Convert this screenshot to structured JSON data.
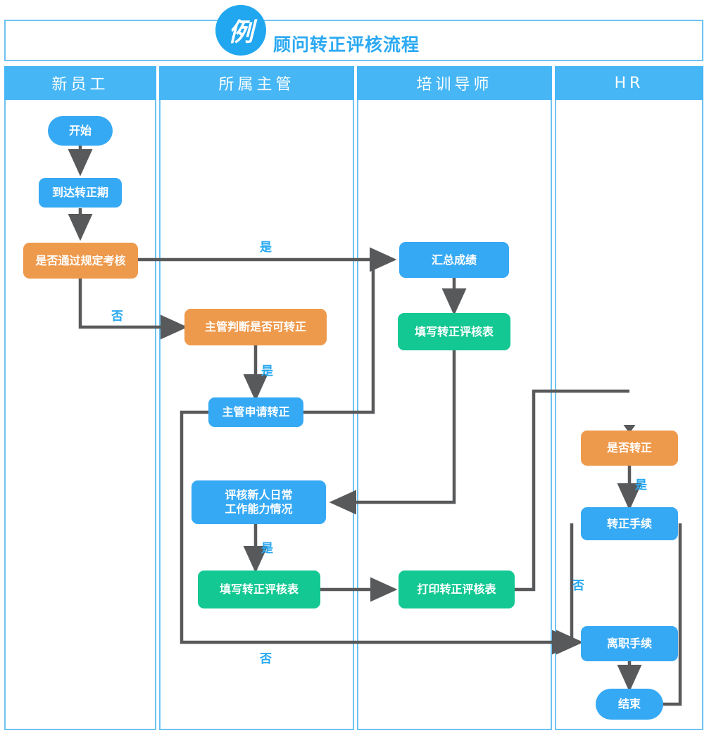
{
  "header": {
    "badge": "例",
    "title": "顾问转正评核流程"
  },
  "lanes": [
    {
      "label": "新员工"
    },
    {
      "label": "所属主管"
    },
    {
      "label": "培训导师"
    },
    {
      "label": "HR"
    }
  ],
  "nodes": [
    {
      "id": "start",
      "label": "开始",
      "lane": 0,
      "shape": "terminator",
      "color": "#36A9F5"
    },
    {
      "id": "arrive",
      "label": "到达转正期",
      "lane": 0,
      "shape": "process",
      "color": "#36A9F5"
    },
    {
      "id": "pass_exam",
      "label": "是否通过规定考核",
      "lane": 0,
      "shape": "decision",
      "color": "#EE9A4C"
    },
    {
      "id": "mgr_judge",
      "label": "主管判断是否可转正",
      "lane": 1,
      "shape": "decision",
      "color": "#EE9A4C"
    },
    {
      "id": "mgr_apply",
      "label": "主管申请转正",
      "lane": 1,
      "shape": "process",
      "color": "#36A9F5"
    },
    {
      "id": "review_daily",
      "label": "评核新人日常\n工作能力情况",
      "lane": 1,
      "shape": "process",
      "color": "#36A9F5"
    },
    {
      "id": "fill_form_b",
      "label": "填写转正评核表",
      "lane": 1,
      "shape": "document",
      "color": "#13C892"
    },
    {
      "id": "sum_score",
      "label": "汇总成绩",
      "lane": 2,
      "shape": "process",
      "color": "#36A9F5"
    },
    {
      "id": "fill_form_a",
      "label": "填写转正评核表",
      "lane": 2,
      "shape": "document",
      "color": "#13C892"
    },
    {
      "id": "print_form",
      "label": "打印转正评核表",
      "lane": 2,
      "shape": "document",
      "color": "#13C892"
    },
    {
      "id": "confirm",
      "label": "是否转正",
      "lane": 3,
      "shape": "decision",
      "color": "#EE9A4C"
    },
    {
      "id": "regular_proc",
      "label": "转正手续",
      "lane": 3,
      "shape": "process",
      "color": "#36A9F5"
    },
    {
      "id": "leave_proc",
      "label": "离职手续",
      "lane": 3,
      "shape": "process",
      "color": "#36A9F5"
    },
    {
      "id": "end",
      "label": "结束",
      "lane": 3,
      "shape": "terminator",
      "color": "#36A9F5"
    }
  ],
  "edge_labels": [
    {
      "id": "e1",
      "text": "是"
    },
    {
      "id": "e2",
      "text": "否"
    },
    {
      "id": "e3",
      "text": "是"
    },
    {
      "id": "e4",
      "text": "是"
    },
    {
      "id": "e5",
      "text": "是"
    },
    {
      "id": "e6",
      "text": "否"
    },
    {
      "id": "e7",
      "text": "否"
    }
  ],
  "colors": {
    "lane_header": "#46B6F5",
    "lane_border": "#6EC3F2",
    "accent_blue": "#36A9F5",
    "accent_orange": "#EE9A4C",
    "accent_green": "#13C892",
    "connector": "#58595B",
    "label_blue": "#27A8F0",
    "title_blue": "#2BA9F2"
  }
}
